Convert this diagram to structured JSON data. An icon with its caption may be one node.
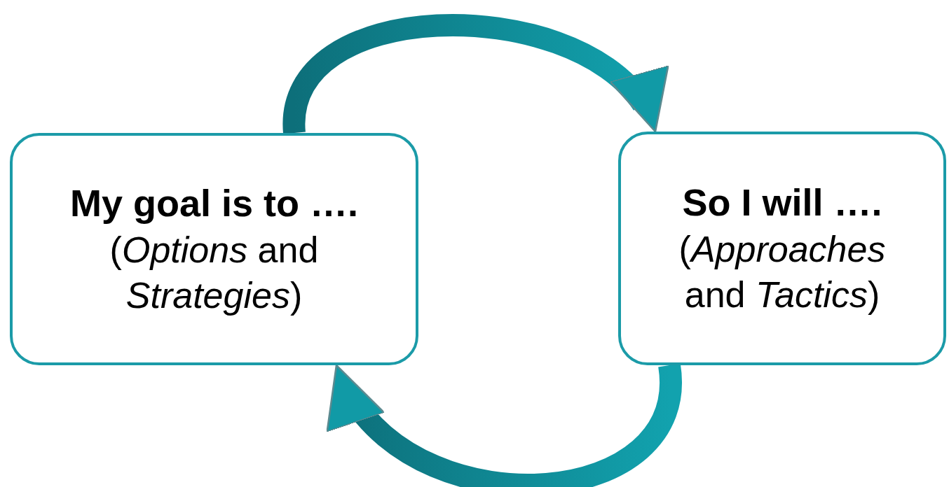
{
  "diagram": {
    "nodes": [
      {
        "text": [
          "My goal is to ….",
          "(*Options* and *Strategies*)"
        ]
      },
      {
        "text": [
          "So I will ….",
          "(*Approaches* and *Tactics*)"
        ]
      }
    ],
    "edges": [
      {
        "from": 0,
        "to": 1,
        "arrow": "to",
        "style": "thick"
      },
      {
        "from": 1,
        "to": 0,
        "arrow": "to",
        "style": "thick"
      }
    ]
  }
}
